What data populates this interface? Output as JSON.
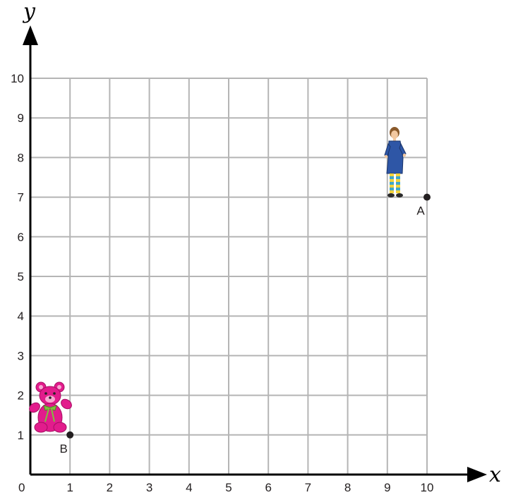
{
  "axes": {
    "x_name": "x",
    "y_name": "y",
    "origin_label": "0",
    "x_ticks": [
      "1",
      "2",
      "3",
      "4",
      "5",
      "6",
      "7",
      "8",
      "9",
      "10"
    ],
    "y_ticks": [
      "1",
      "2",
      "3",
      "4",
      "5",
      "6",
      "7",
      "8",
      "9",
      "10"
    ],
    "xlim": [
      0,
      10
    ],
    "ylim": [
      0,
      10
    ],
    "grid": true
  },
  "points": [
    {
      "label": "A",
      "x": 10,
      "y": 7,
      "label_side": "below-left"
    },
    {
      "label": "B",
      "x": 1,
      "y": 1,
      "label_side": "below-left"
    }
  ],
  "pictures": [
    {
      "name": "girl-figure",
      "near_point": "A",
      "description_icon": "girl-icon"
    },
    {
      "name": "teddy-bear-figure",
      "near_point": "B",
      "description_icon": "teddy-bear-icon"
    }
  ],
  "colors": {
    "grid": "#b5b5b5",
    "axis": "#000000",
    "point": "#231f20",
    "bear": "#e21c8c",
    "bear_ribbon": "#7fbf3f",
    "girl_dress": "#2e56a6",
    "girl_socks": "#f2d23c",
    "girl_socks_stripe": "#3fa7c9"
  }
}
